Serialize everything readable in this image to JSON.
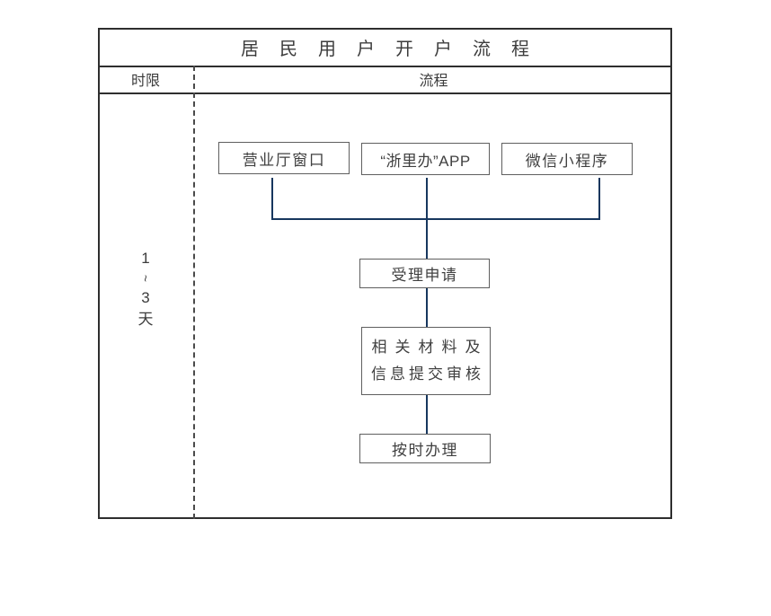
{
  "diagram": {
    "title": "居民用户开户流程",
    "header": {
      "time_limit_label": "时限",
      "process_label": "流程"
    },
    "time_limit": {
      "chars": [
        "1",
        "~",
        "3",
        "天"
      ]
    },
    "sources": [
      {
        "label": "营业厅窗口"
      },
      {
        "label": "“浙里办”APP"
      },
      {
        "label": "微信小程序"
      }
    ],
    "steps": [
      {
        "label": "受理申请"
      },
      {
        "line1": "相关材料及",
        "line2": "信息提交审核"
      },
      {
        "label": "按时办理"
      }
    ],
    "colors": {
      "connector": "#17375e",
      "frame": "#2e2e2e",
      "box_border": "#5f5f5f",
      "text": "#3c3c3c"
    }
  }
}
